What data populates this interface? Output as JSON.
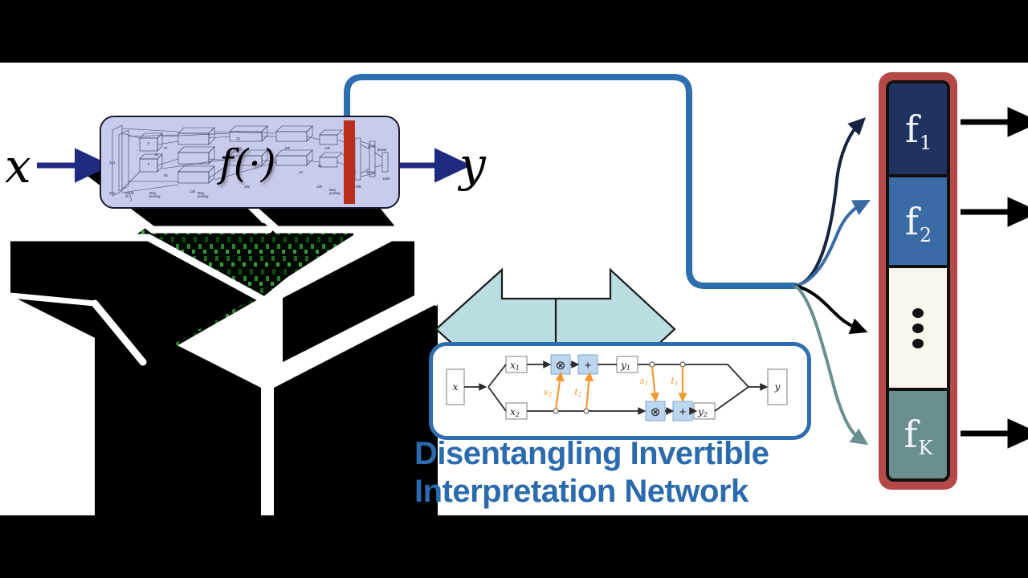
{
  "figure": {
    "title": "Disentangling Invertible Interpretation Network",
    "title_line1": "Disentangling Invertible",
    "title_line2": "Interpretation Network",
    "title_color": "#2a6aad",
    "background": "#ffffff",
    "letterbox_color": "#000000"
  },
  "input": {
    "label": "x",
    "arrow_color": "#1f2a80"
  },
  "output": {
    "label": "y",
    "arrow_color": "#1f2a80"
  },
  "black_box": {
    "name": "open-black-box",
    "fill": "#000000",
    "interior_texture": "matrix-green-code",
    "interior_color": "#0c2a0c"
  },
  "fbox": {
    "label": "f(·)",
    "background": "#c8cbec",
    "border_color": "#1a1a2e",
    "content": "cnn-architecture-diagram",
    "highlight_layer_color": "#b92d1c",
    "cnn_labels": [
      "224",
      "224",
      "Stride of 4",
      "3",
      "55",
      "48",
      "55",
      "27",
      "128",
      "13",
      "192",
      "13",
      "192",
      "13",
      "128",
      "Max pooling",
      "Max pooling",
      "Max pooling",
      "dense",
      "dense",
      "dense",
      "2048",
      "2048",
      "1000"
    ]
  },
  "bidirectional_arrow": {
    "name": "bidirectional-arrow",
    "fill": "#b9dde0",
    "stroke": "#1a1a1a",
    "direction": "left-right"
  },
  "coupling_network": {
    "border_color": "#2d6fae",
    "node_labels": [
      "x",
      "x₁",
      "x₂",
      "y₁",
      "y₂",
      "y"
    ],
    "operators": [
      "⊗",
      "+",
      "⊗",
      "+"
    ],
    "affine_labels": [
      "s₂",
      "t₂",
      "s₁",
      "t₁"
    ],
    "affine_color": "#f2962f",
    "op_box_fill": "#bcd6ef"
  },
  "connector": {
    "name": "red-bar-to-features-connector",
    "color": "#2d6fae"
  },
  "feature_stack": {
    "frame_color": "#b34a48",
    "border_color": "#101010",
    "blocks": [
      {
        "label": "f",
        "sub": "1",
        "color": "#1f3260",
        "type": "feature"
      },
      {
        "label": "f",
        "sub": "2",
        "color": "#3b6ba5",
        "type": "feature"
      },
      {
        "label": "",
        "sub": "",
        "color": "#faf5ed",
        "type": "ellipsis"
      },
      {
        "label": "f",
        "sub": "K",
        "color": "#6a8f8c",
        "type": "feature"
      }
    ]
  },
  "fan_arrows": [
    {
      "name": "arrow-to-f1",
      "color": "#16243f"
    },
    {
      "name": "arrow-to-f2",
      "color": "#3b6ba5"
    },
    {
      "name": "arrow-to-ellipsis",
      "color": "#000000"
    },
    {
      "name": "arrow-to-fK",
      "color": "#6a8f8c"
    }
  ],
  "output_arrows": [
    {
      "name": "output-arrow-f1",
      "color": "#000000"
    },
    {
      "name": "output-arrow-f2",
      "color": "#000000"
    },
    {
      "name": "output-arrow-fK",
      "color": "#000000"
    }
  ]
}
